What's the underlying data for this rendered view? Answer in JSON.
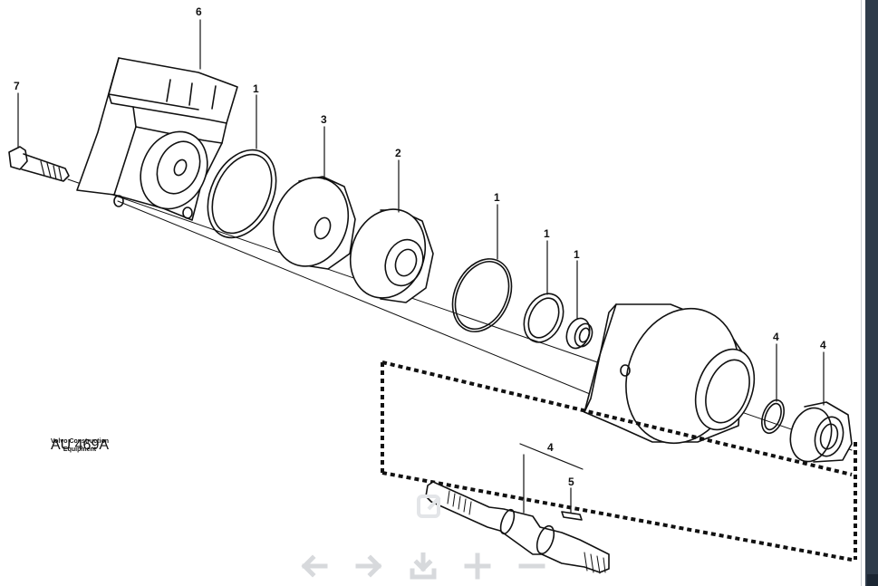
{
  "diagram": {
    "callouts": [
      "6",
      "7",
      "1",
      "3",
      "2",
      "1",
      "1",
      "1",
      "4",
      "4",
      "4",
      "5"
    ],
    "credit": {
      "line1": "Volvo Construction",
      "line2": "Equipment",
      "code": "AU 469A"
    }
  },
  "toolbar": {
    "items": [
      {
        "icon": "arrow-left-icon"
      },
      {
        "icon": "arrow-right-icon"
      },
      {
        "icon": "download-icon"
      },
      {
        "icon": "zoom-in-icon"
      },
      {
        "icon": "zoom-out-icon"
      }
    ],
    "edit_icon": "edit-icon",
    "color": "#d7d9dc"
  },
  "scrollbar_color": "#2e3b4a"
}
